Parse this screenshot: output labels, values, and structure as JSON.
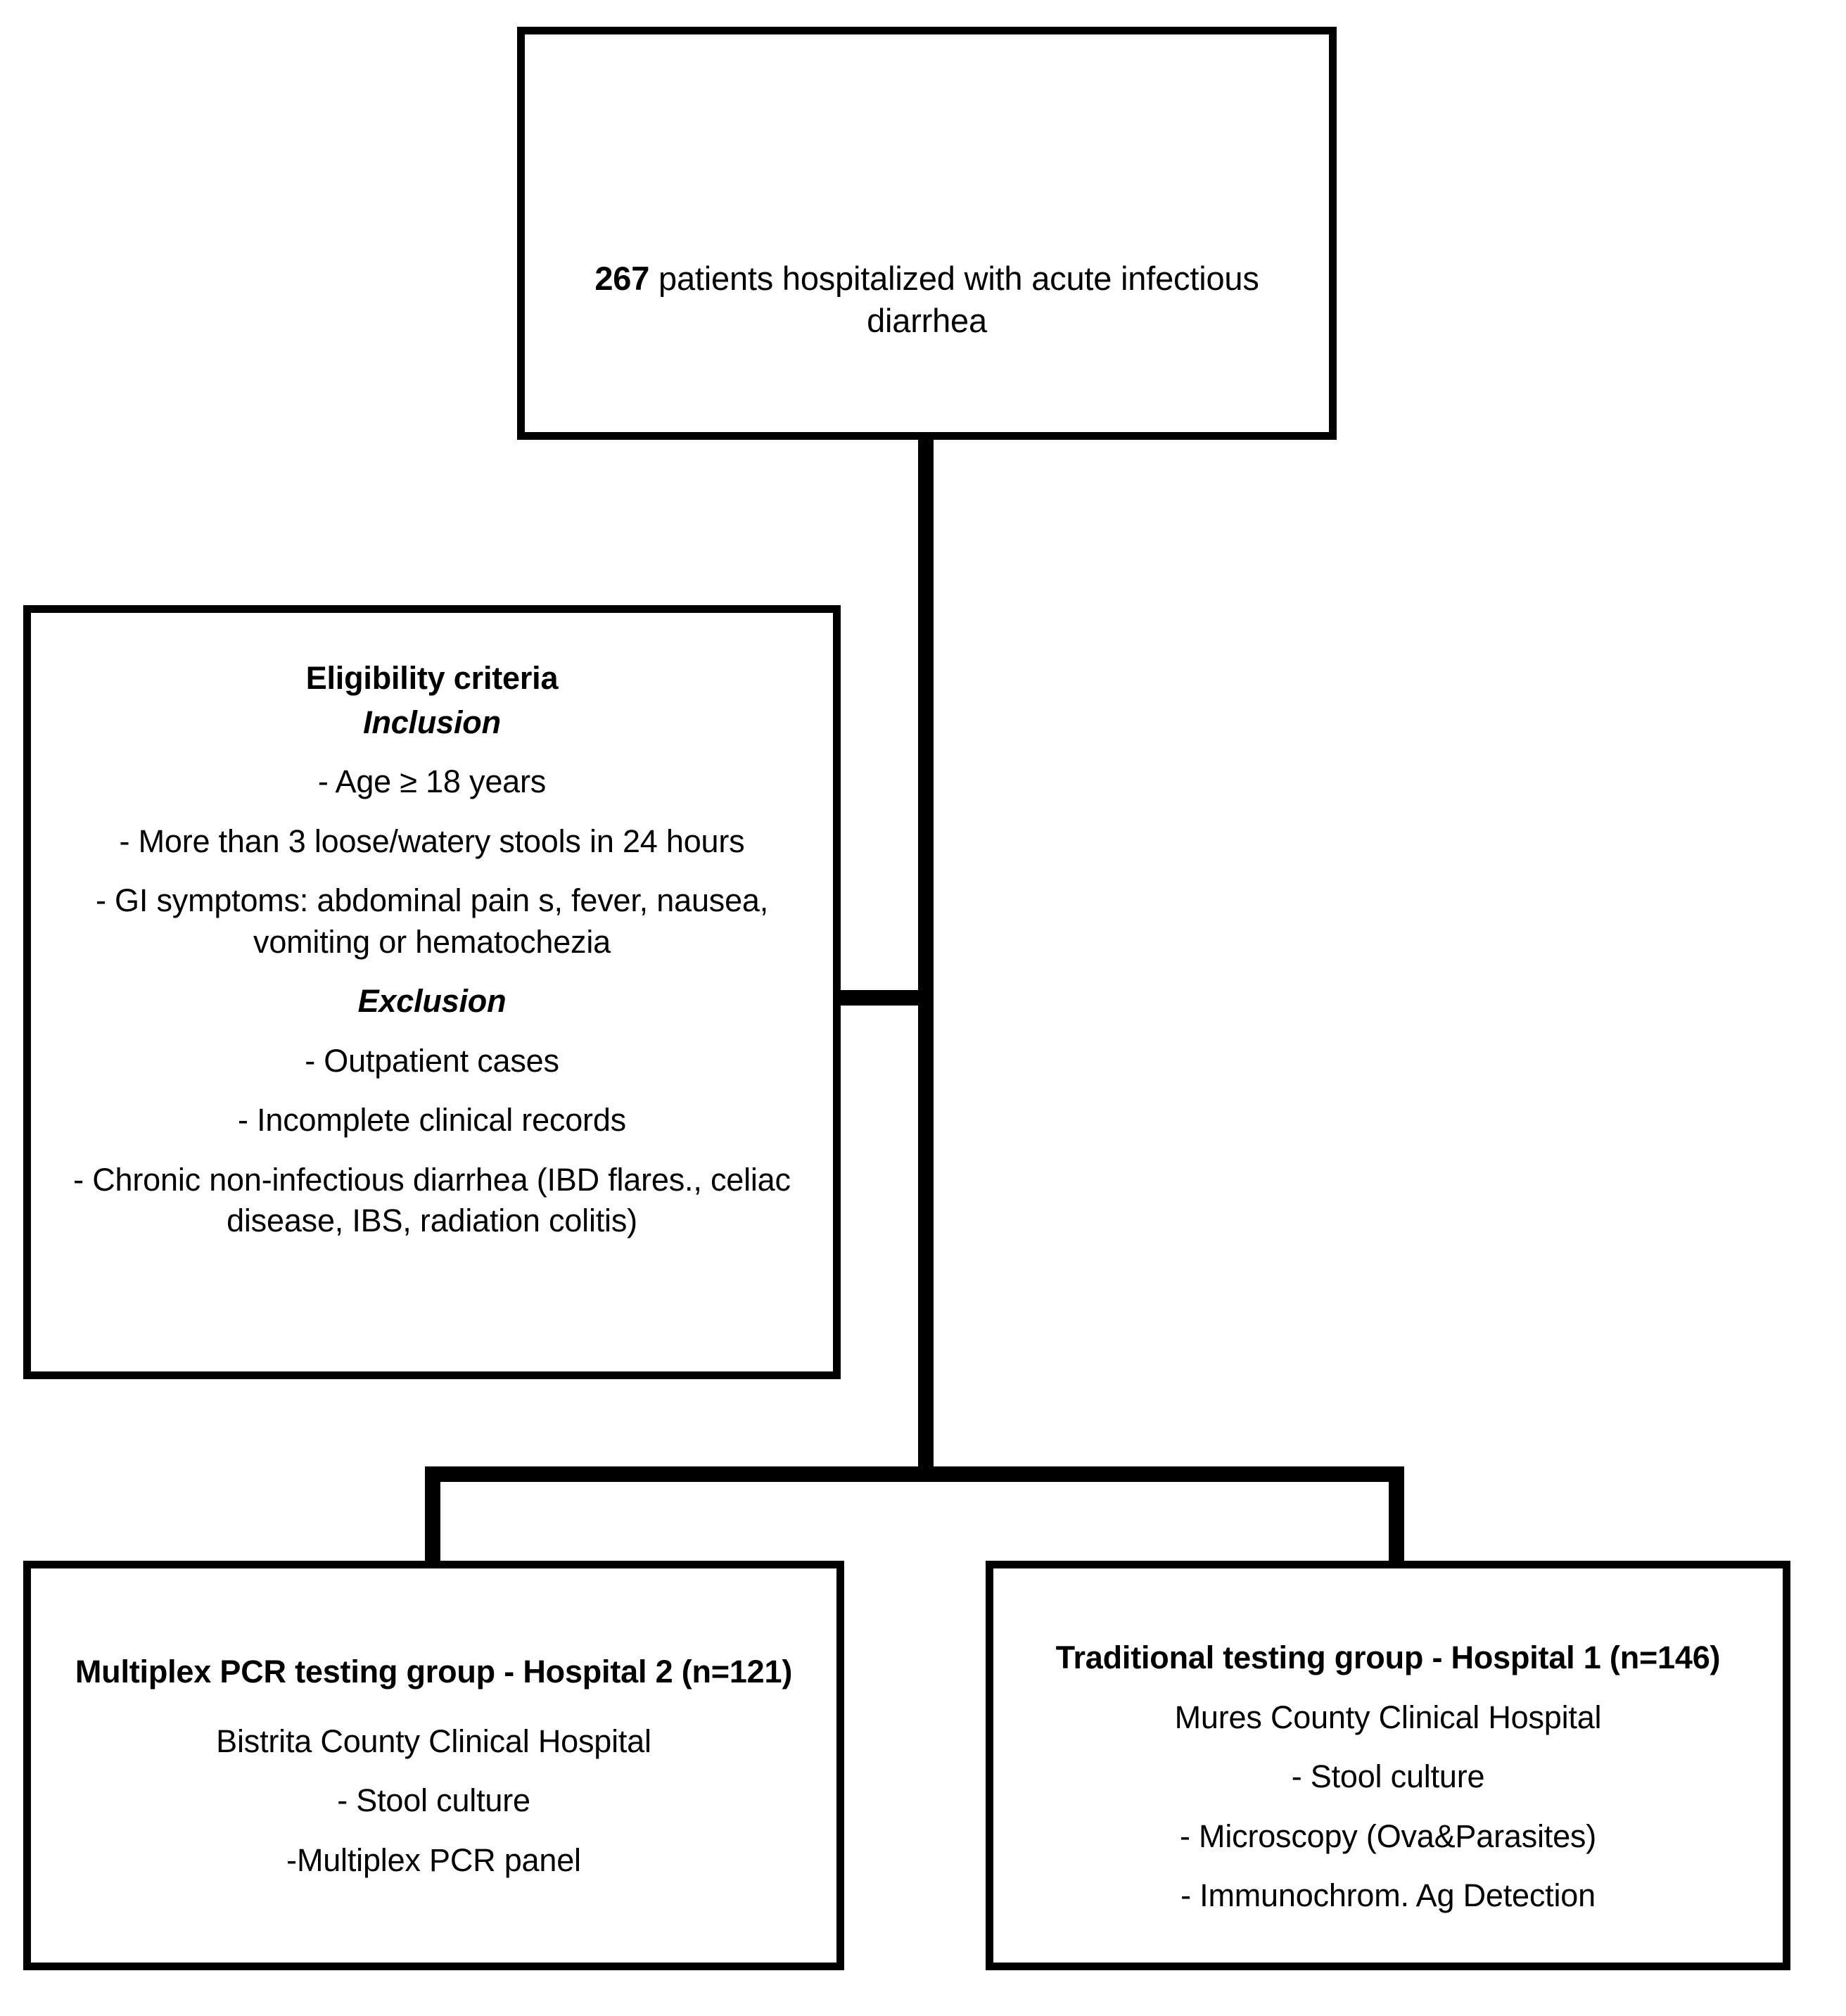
{
  "diagram": {
    "title": "Study enrollment and group allocation flow diagram",
    "colors": {
      "stroke": "#000000",
      "fill": "#ffffff",
      "text": "#000000"
    },
    "nodes": {
      "enrollment": {
        "lines": [
          {
            "text": "267 patients hospitalized with acute infectious diarrhea",
            "style": "normal"
          }
        ],
        "count_prefix": "267",
        "count_value": 267
      },
      "eligibility": {
        "heading": "Eligibility criteria",
        "inclusion_heading": "Inclusion",
        "inclusion_items": [
          "- Age ≥ 18 years",
          "- More than 3 loose/watery stools in 24 hours",
          "- GI symptoms: abdominal pain s, fever, nausea, vomiting or hematochezia"
        ],
        "exclusion_heading": "Exclusion",
        "exclusion_items": [
          "- Outpatient cases",
          "- Incomplete clinical records",
          "- Chronic non-infectious diarrhea (IBD flares., celiac disease, IBS, radiation colitis)"
        ]
      },
      "pcr_group": {
        "title": "Multiplex PCR testing group - Hospital 2 (n=121)",
        "n_label": "n=121",
        "n_value": 121,
        "hospital": "Bistrita County Clinical Hospital",
        "methods": [
          "- Stool culture",
          "-Multiplex PCR panel"
        ]
      },
      "traditional_group": {
        "title": "Traditional testing group - Hospital 1 (n=146)",
        "n_label": "n=146",
        "n_value": 146,
        "hospital": "Mures County Clinical Hospital",
        "methods": [
          "- Stool culture",
          "- Microscopy (Ova&Parasites)",
          "- Immunochrom. Ag Detection"
        ]
      }
    }
  }
}
